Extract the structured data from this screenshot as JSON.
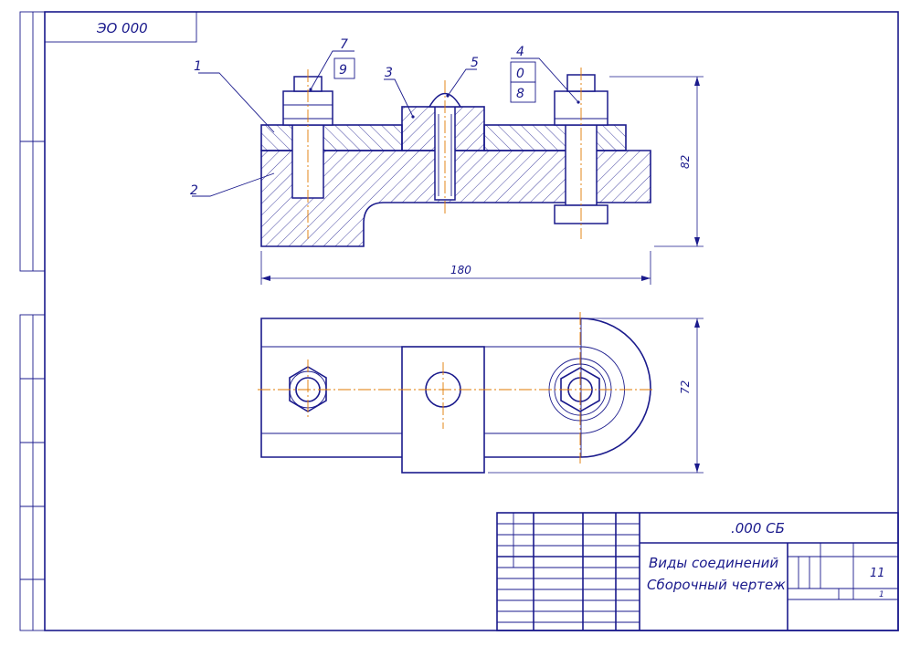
{
  "sheet": {
    "top_code": "ЭО 000",
    "colors": {
      "line": "#1a1a8c",
      "axis": "#e07a00",
      "paper": "#ffffff"
    }
  },
  "front_view": {
    "leaders": [
      "1",
      "2",
      "3",
      "5",
      "7"
    ],
    "leader_boxes": [
      "9"
    ],
    "stack_top": "4",
    "stack_boxes": [
      "0",
      "8"
    ],
    "dim_width": "180",
    "dim_height": "82"
  },
  "top_view": {
    "dim_height": "72"
  },
  "title_block": {
    "designation": ".000 СБ",
    "title_line1": "Виды соединений",
    "title_line2": "Сборочный чертеж",
    "sheet_count": "11",
    "sheet_index": "1"
  }
}
